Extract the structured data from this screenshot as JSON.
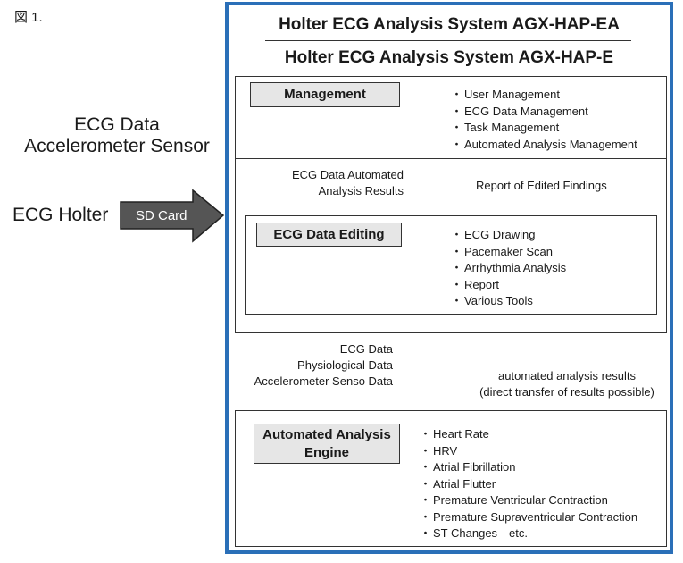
{
  "figure_label": "図 1.",
  "left": {
    "data_line1": "ECG Data",
    "data_line2": "Accelerometer Sensor",
    "device": "ECG Holter",
    "sd_card": "SD Card"
  },
  "system": {
    "title1": "Holter ECG Analysis System AGX-HAP-EA",
    "title2": "Holter ECG Analysis System AGX-HAP-E"
  },
  "management": {
    "label": "Management",
    "items": [
      "User Management",
      "ECG Data Management",
      "Task Management",
      "Automated Analysis Management"
    ]
  },
  "flow1": {
    "left_line1": "ECG Data Automated",
    "left_line2": "Analysis Results",
    "right": "Report of Edited Findings"
  },
  "editing": {
    "label": "ECG Data Editing",
    "items": [
      "ECG Drawing",
      "Pacemaker Scan",
      "Arrhythmia Analysis",
      "Report",
      "Various Tools"
    ]
  },
  "flow2": {
    "left_line1": "ECG Data",
    "left_line2": "Physiological Data",
    "left_line3": "Accelerometer Senso Data",
    "right_line1": "automated analysis results",
    "right_line2": "(direct transfer of results possible)"
  },
  "engine": {
    "label_line1": "Automated Analysis",
    "label_line2": "Engine",
    "items": [
      "Heart Rate",
      "HRV",
      "Atrial Fibrillation",
      "Atrial Flutter",
      "Premature Ventricular Contraction",
      "Premature Supraventricular Contraction",
      "ST Changes　etc."
    ]
  }
}
